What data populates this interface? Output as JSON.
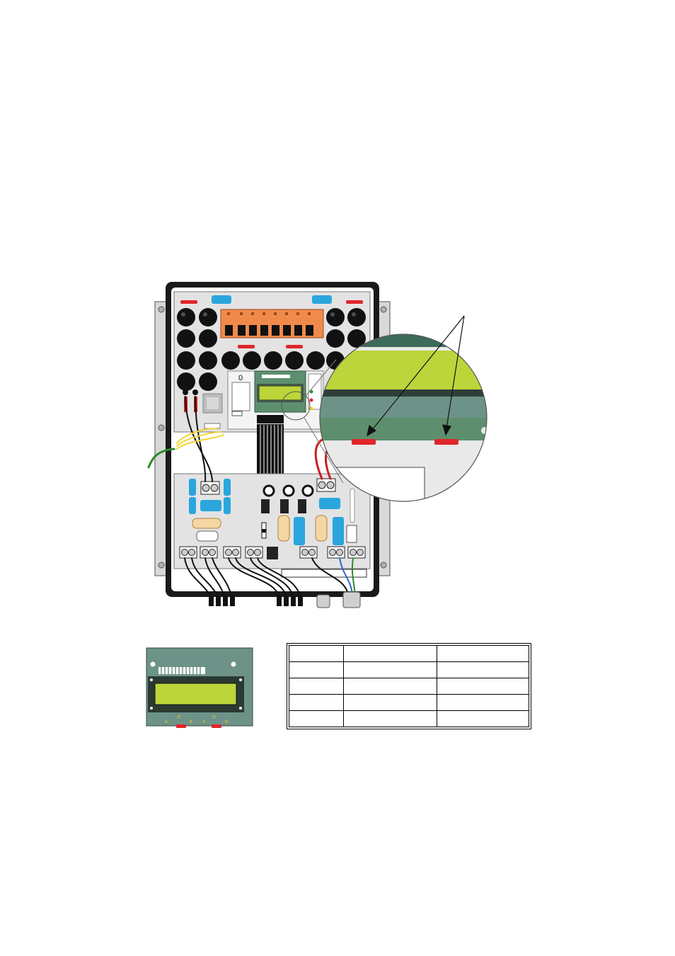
{
  "lcd_detail": {
    "jumper_labels": [
      "A",
      "B",
      "A",
      "B"
    ],
    "jumper_group_labels": [
      "J2",
      "J1"
    ]
  },
  "jumper_table": {
    "rows": [
      [
        "",
        "",
        ""
      ],
      [
        "",
        "",
        ""
      ],
      [
        "",
        "",
        ""
      ],
      [
        "",
        "",
        ""
      ],
      [
        "",
        "",
        ""
      ]
    ]
  },
  "colors": {
    "enclosure": "#1a1a1a",
    "panel": "#e3e3e3",
    "terminal_orange": "#f08a4b",
    "lcd_green": "#bcd53a",
    "board_green": "#5d8f6e",
    "jumper_red": "#e1252b",
    "capacitor_blue": "#2aa6dd"
  }
}
